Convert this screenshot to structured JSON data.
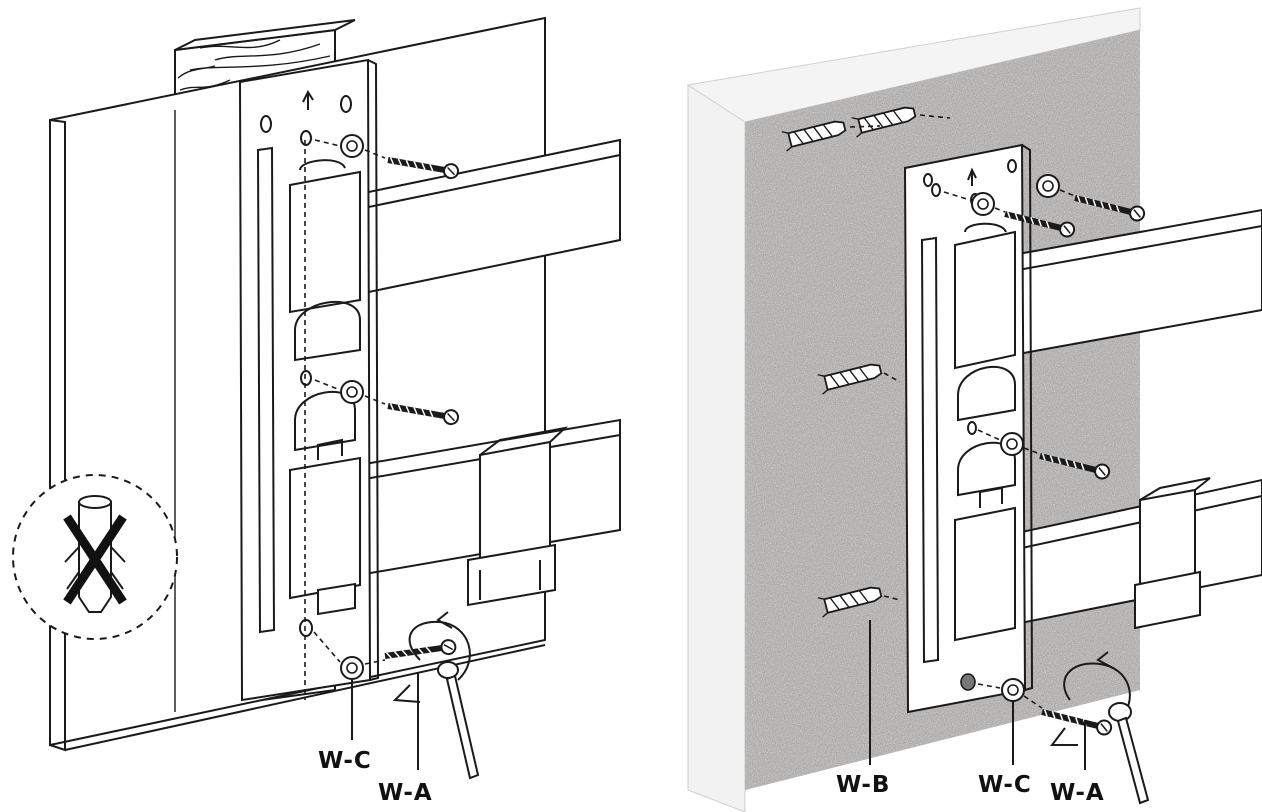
{
  "left_panel": {
    "labels": {
      "washer": "W-C",
      "screw": "W-A"
    },
    "warning_icon": "no-anchor-warning-icon"
  },
  "right_panel": {
    "labels": {
      "anchor": "W-B",
      "washer": "W-C",
      "screw": "W-A"
    }
  },
  "colors": {
    "line": "#1a1a1a",
    "wall_texture": "#a9a6a3",
    "background": "#ffffff"
  }
}
